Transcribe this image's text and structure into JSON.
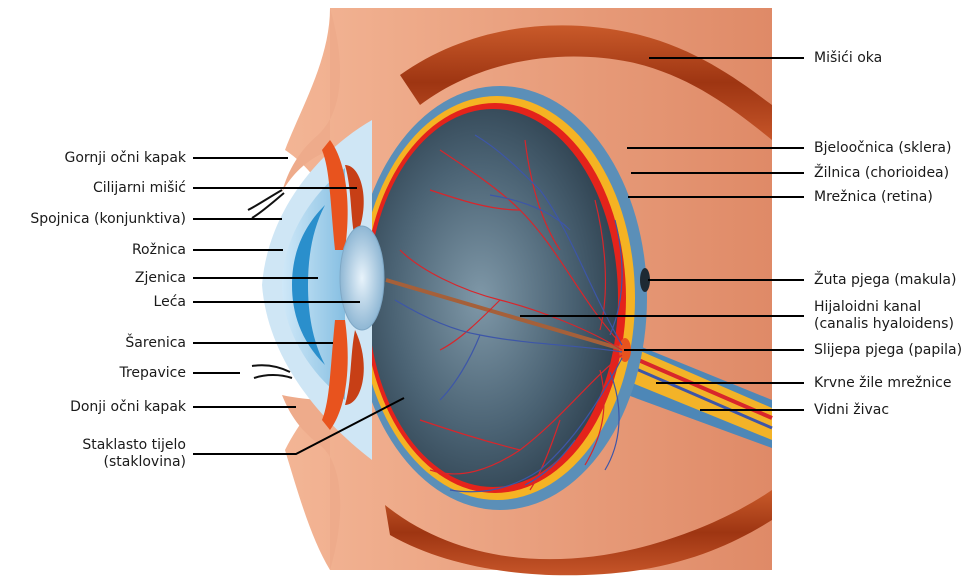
{
  "colors": {
    "skin": "#e59a78",
    "muscle": "#b4461b",
    "sclera": "#5b8fb8",
    "choroid": "#e4231b",
    "retina": "#f5b323",
    "vitreous": "#33495a",
    "vessel_red": "#d8262b",
    "vessel_blue": "#3d56a8",
    "cornea": "#a9d4ef",
    "iris": "#e8531e"
  },
  "labels_left": [
    {
      "id": "gornji-ocni-kapak",
      "lines": [
        "Gornji očni kapak"
      ]
    },
    {
      "id": "cilijarni-misic",
      "lines": [
        "Cilijarni mišić"
      ]
    },
    {
      "id": "spojnica",
      "lines": [
        "Spojnica (konjunktiva)"
      ]
    },
    {
      "id": "roznica",
      "lines": [
        "Rožnica"
      ]
    },
    {
      "id": "zjenica",
      "lines": [
        "Zjenica"
      ]
    },
    {
      "id": "leca",
      "lines": [
        "Leća"
      ]
    },
    {
      "id": "sarenica",
      "lines": [
        "Šarenica"
      ]
    },
    {
      "id": "trepavice",
      "lines": [
        "Trepavice"
      ]
    },
    {
      "id": "donji-ocni-kapak",
      "lines": [
        "Donji očni kapak"
      ]
    },
    {
      "id": "staklasto-tijelo",
      "lines": [
        "Staklasto tijelo",
        "(staklovina)"
      ]
    }
  ],
  "labels_right": [
    {
      "id": "misici-oka",
      "lines": [
        "Mišići oka"
      ]
    },
    {
      "id": "bjeloocnica",
      "lines": [
        "Bjeloočnica (sklera)"
      ]
    },
    {
      "id": "zilnica",
      "lines": [
        "Žilnica (chorioidea)"
      ]
    },
    {
      "id": "mreznica",
      "lines": [
        "Mrežnica (retina)"
      ]
    },
    {
      "id": "zuta-pjega",
      "lines": [
        "Žuta pjega (makula)"
      ]
    },
    {
      "id": "hijaloidni-kanal",
      "lines": [
        "Hijaloidni kanal",
        "(canalis hyaloidens)"
      ]
    },
    {
      "id": "slijepa-pjega",
      "lines": [
        "Slijepa pjega (papila)"
      ]
    },
    {
      "id": "krvne-zile",
      "lines": [
        "Krvne žile mrežnice"
      ]
    },
    {
      "id": "vidni-zivac",
      "lines": [
        "Vidni živac"
      ]
    }
  ]
}
